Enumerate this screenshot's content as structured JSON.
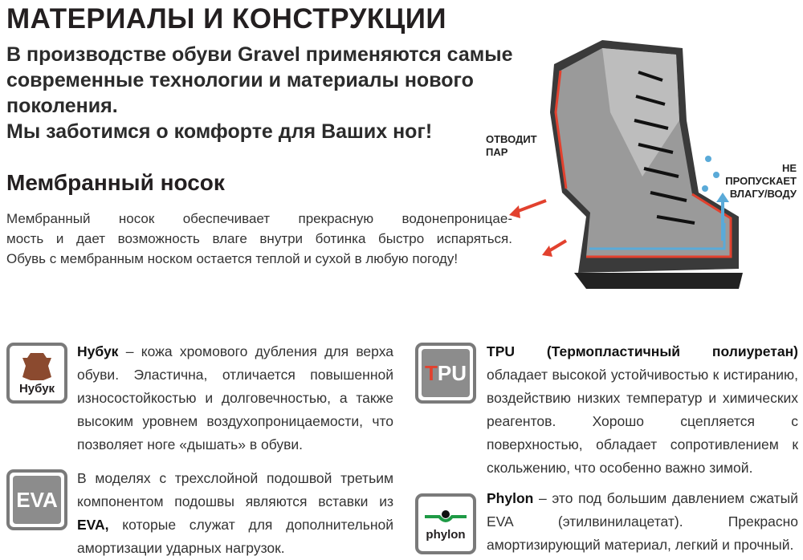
{
  "title": "МАТЕРИАЛЫ И КОНСТРУКЦИИ",
  "intro": [
    "В производстве обуви Gravel применяются самые",
    "современные технологии и материалы нового поколения.",
    "Мы заботимся о комфорте для Ваших ног!"
  ],
  "membrane": {
    "heading": "Мембранный носок",
    "lines": [
      "Мембранный носок обеспечивает прекрасную водонепроницае-",
      "мость и дает возможность влаге внутри ботинка быстро испаряться.",
      "Обувь с мембранным носком остается теплой и сухой в любую погоду!"
    ]
  },
  "boot": {
    "label_vapor": [
      "ОТВОДИТ",
      "ПАР"
    ],
    "label_water": [
      "НЕ",
      "ПРОПУСКАЕТ",
      "ВЛАГУ/ВОДУ"
    ]
  },
  "materials": [
    {
      "icon_text": "Нубук",
      "name": "Нубук",
      "text": " – кожа хромового дубления для верха обуви. Эластична, отличается повышенной износостойкостью и долговечностью, а также высоким уровнем воздухопроницаемости, что позволяет ноге «дышать» в обуви."
    },
    {
      "icon_text": "EVA",
      "pre": "В моделях с трехслойной подошвой третьим компонентом подошвы являются вставки из ",
      "name": "EVA,",
      "text": " которые служат для дополнительной амортизации ударных нагрузок."
    },
    {
      "icon_text_red": "T",
      "icon_text": "PU",
      "name": "TPU (Термопластичный полиуретан)",
      "text": " обладает высокой устойчивостью к истиранию, воздействию низких температур и химических реагентов. Хорошо сцепляется с поверхностью, обладает сопротивлением к скольжению, что особенно важно зимой."
    },
    {
      "icon_text": "phylon",
      "name": "Phylon",
      "text": " – это под большим давлением сжатый EVA (этилвинилацетат). Прекрасно амортизирующий материал, легкий и прочный."
    }
  ],
  "colors": {
    "red": "#e2412e",
    "blue": "#5aaad8",
    "gray": "#7a7a7a",
    "leather": "#8b4a2f",
    "green": "#1e9a45"
  }
}
